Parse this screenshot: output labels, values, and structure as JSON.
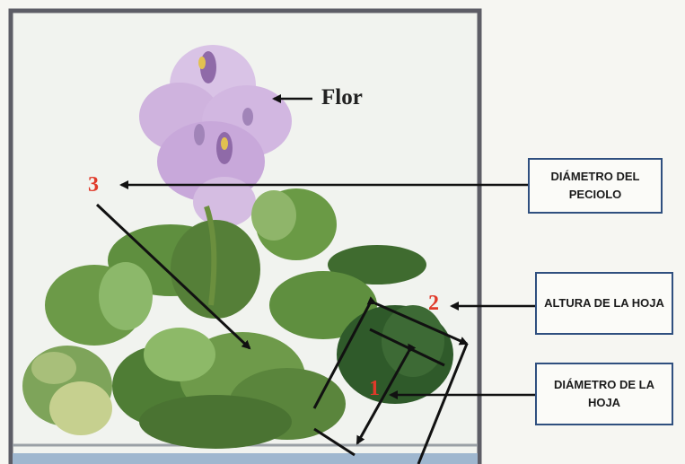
{
  "labels": {
    "flor": "Flor",
    "box_peciolo": "DIÁMETRO DEL PECIOLO",
    "box_altura": "ALTURA DE LA HOJA",
    "box_diametro": "DIÁMETRO DE LA HOJA"
  },
  "markers": {
    "m1": "1",
    "m2": "2",
    "m3": "3"
  },
  "colors": {
    "box_border": "#2f4f7f",
    "marker": "#e03a2a",
    "flower": "#c9a3d8",
    "leaf": "#5f8f3f"
  }
}
